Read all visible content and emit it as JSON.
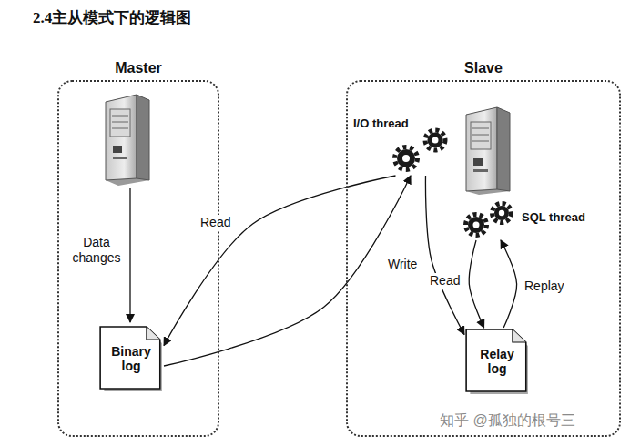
{
  "diagram": {
    "title": "2.4主从模式下的逻辑图",
    "nodes": [
      {
        "text": [
          "Master"
        ]
      },
      {
        "text": [
          "Slave"
        ]
      },
      {
        "text": [
          "Binary log"
        ],
        "in": 0
      },
      {
        "text": [
          "Relay log"
        ],
        "in": 1
      },
      {
        "text": [
          "I/O thread"
        ],
        "in": 1
      },
      {
        "text": [
          "SQL thread"
        ],
        "in": 1
      }
    ],
    "edges": [
      {
        "from": 4,
        "to": 2,
        "label": "Read",
        "arrow": "to"
      },
      {
        "from": 2,
        "to": 4,
        "arrow": "to"
      },
      {
        "from": 4,
        "to": 3,
        "label": "Write",
        "arrow": "to"
      },
      {
        "from": 5,
        "to": 3,
        "label": "Read",
        "arrow": "to"
      },
      {
        "from": 3,
        "to": 5,
        "label": "Replay",
        "arrow": "to"
      }
    ],
    "labels": [
      "Data changes",
      "知乎 @孤独的根号三"
    ]
  }
}
